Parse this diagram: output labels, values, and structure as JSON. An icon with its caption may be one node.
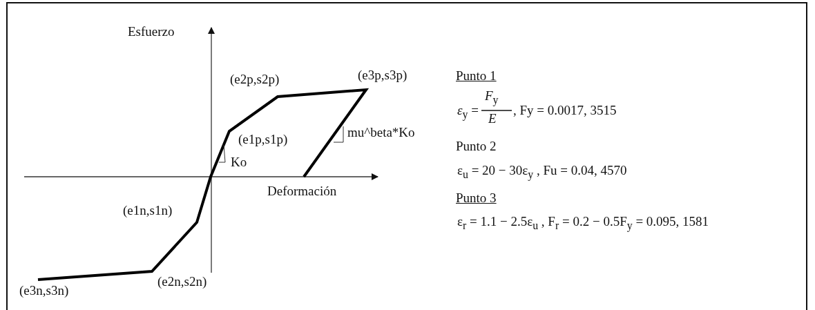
{
  "diagram": {
    "labels": [
      "Esfuerzo",
      "(e2p,s2p)",
      "(e3p,s3p)",
      "(e1p,s1p)",
      "mu^beta*Ko",
      "Ko",
      "Deformación",
      "(e1n,s1n)",
      "(e2n,s2n)",
      "(e3n,s3n)",
      "Punto 1",
      "*ε*$_{y}$ =",
      "*F*$_{y}$",
      "*E*",
      ", Fy  = 0.0017, 3515",
      "Punto 2",
      "ε$_{u}$ = 20 − 30ε$_{y}$ , Fu = 0.04, 4570",
      "Punto 3",
      "ε$_{r}$ = 1.1 − 2.5ε$_{u}$ ,  F$_{r}$ = 0.2 − 0.5F$_{y}$ = 0.095, 1581"
    ]
  }
}
